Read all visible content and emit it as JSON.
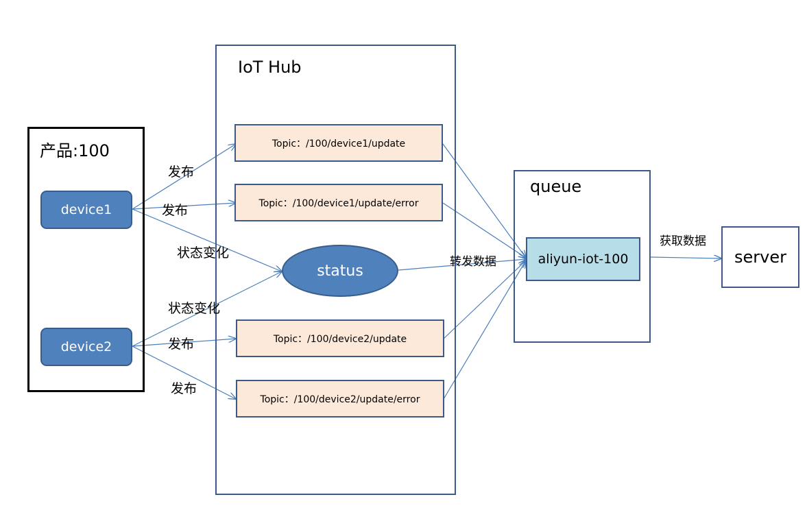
{
  "product": {
    "title": "产品:100"
  },
  "devices": {
    "device1": "device1",
    "device2": "device2"
  },
  "hub": {
    "title": "IoT Hub",
    "topics": [
      "Topic：/100/device1/update",
      "Topic：/100/device1/update/error",
      "Topic：/100/device2/update",
      "Topic：/100/device2/update/error"
    ],
    "status": "status"
  },
  "queue": {
    "title": "queue",
    "name": "aliyun-iot-100"
  },
  "server": {
    "label": "server"
  },
  "edge_labels": {
    "publish": "发布",
    "state_change": "状态变化",
    "forward": "转发数据",
    "fetch": "获取数据"
  },
  "colors": {
    "device_fill": "#4f81bd",
    "topic_fill": "#fde9d9",
    "queue_item_fill": "#b7dee8",
    "arrow": "#4a7ebb",
    "frame_border": "#3c5a87"
  }
}
